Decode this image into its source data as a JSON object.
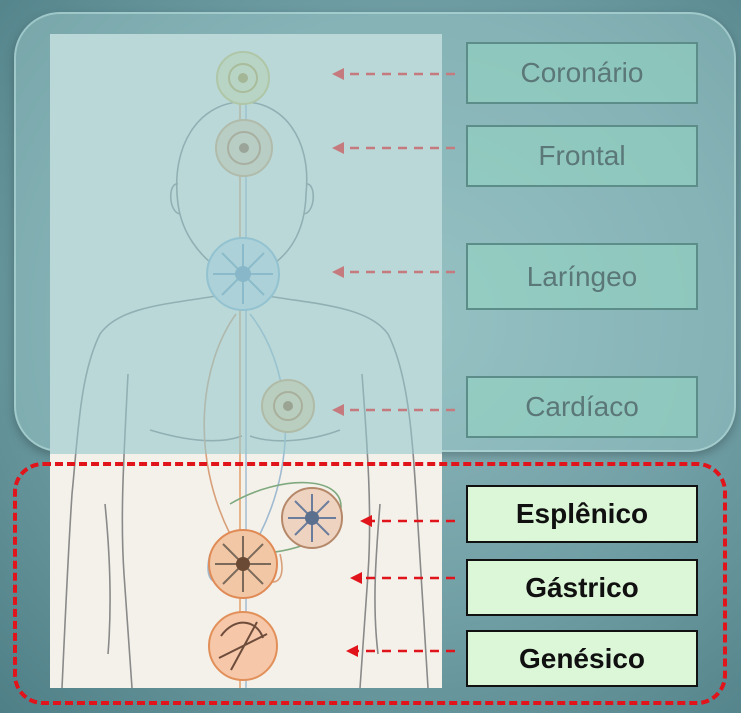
{
  "chakras": {
    "upper": [
      {
        "key": "coronario",
        "label": "Coronário"
      },
      {
        "key": "frontal",
        "label": "Frontal"
      },
      {
        "key": "laringeo",
        "label": "Laríngeo"
      },
      {
        "key": "cardiaco",
        "label": "Cardíaco"
      }
    ],
    "lower": [
      {
        "key": "esplenico",
        "label": "Esplênico"
      },
      {
        "key": "gastrico",
        "label": "Gástrico"
      },
      {
        "key": "genesico",
        "label": "Genésico"
      }
    ]
  },
  "colors": {
    "upper_arrow": "#c57a7e",
    "lower_arrow": "#e0141a",
    "highlight_border": "#e0141a",
    "chakra_orange": "#e6a070",
    "chakra_blue": "#8fb7d4"
  }
}
